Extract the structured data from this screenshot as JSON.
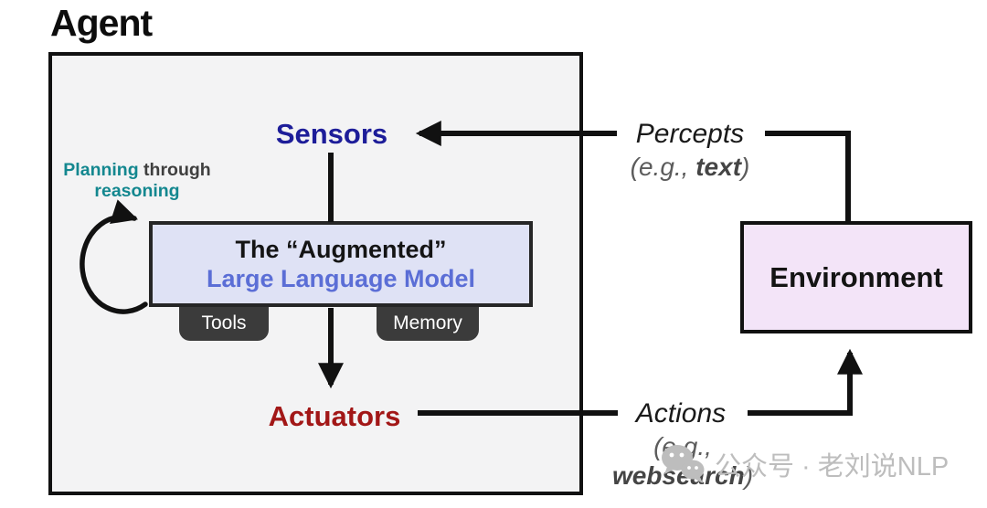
{
  "title": "Agent",
  "agent": {
    "sensors_label": "Sensors",
    "actuators_label": "Actuators",
    "planning": {
      "highlight1": "Planning",
      "middle": " through",
      "highlight2": "reasoning"
    },
    "llm_box": {
      "line1": "The “Augmented”",
      "line2": "Large Language Model"
    },
    "tabs": [
      {
        "label": "Tools"
      },
      {
        "label": "Memory"
      }
    ]
  },
  "environment": {
    "label": "Environment"
  },
  "percepts": {
    "label": "Percepts",
    "example_prefix": "(e.g., ",
    "example_bold": "text",
    "example_suffix": ")"
  },
  "actions": {
    "label": "Actions",
    "example_prefix": "(e.g., ",
    "example_bold": "websearch",
    "example_suffix": ")"
  },
  "watermark": {
    "icon": "wechat-icon",
    "text": "公众号 · 老刘说NLP"
  },
  "colors": {
    "sensors": "#1d1d99",
    "actuators": "#a21717",
    "planning_teal": "#13878f",
    "llm_fill": "#dfe2f5",
    "llm_accent": "#5b6ed6",
    "tab_fill": "#3b3b3b",
    "agent_fill": "#f3f3f4",
    "environment_fill": "#f3e4f8",
    "line": "#111111",
    "watermark_gray": "#bdbdbd"
  }
}
